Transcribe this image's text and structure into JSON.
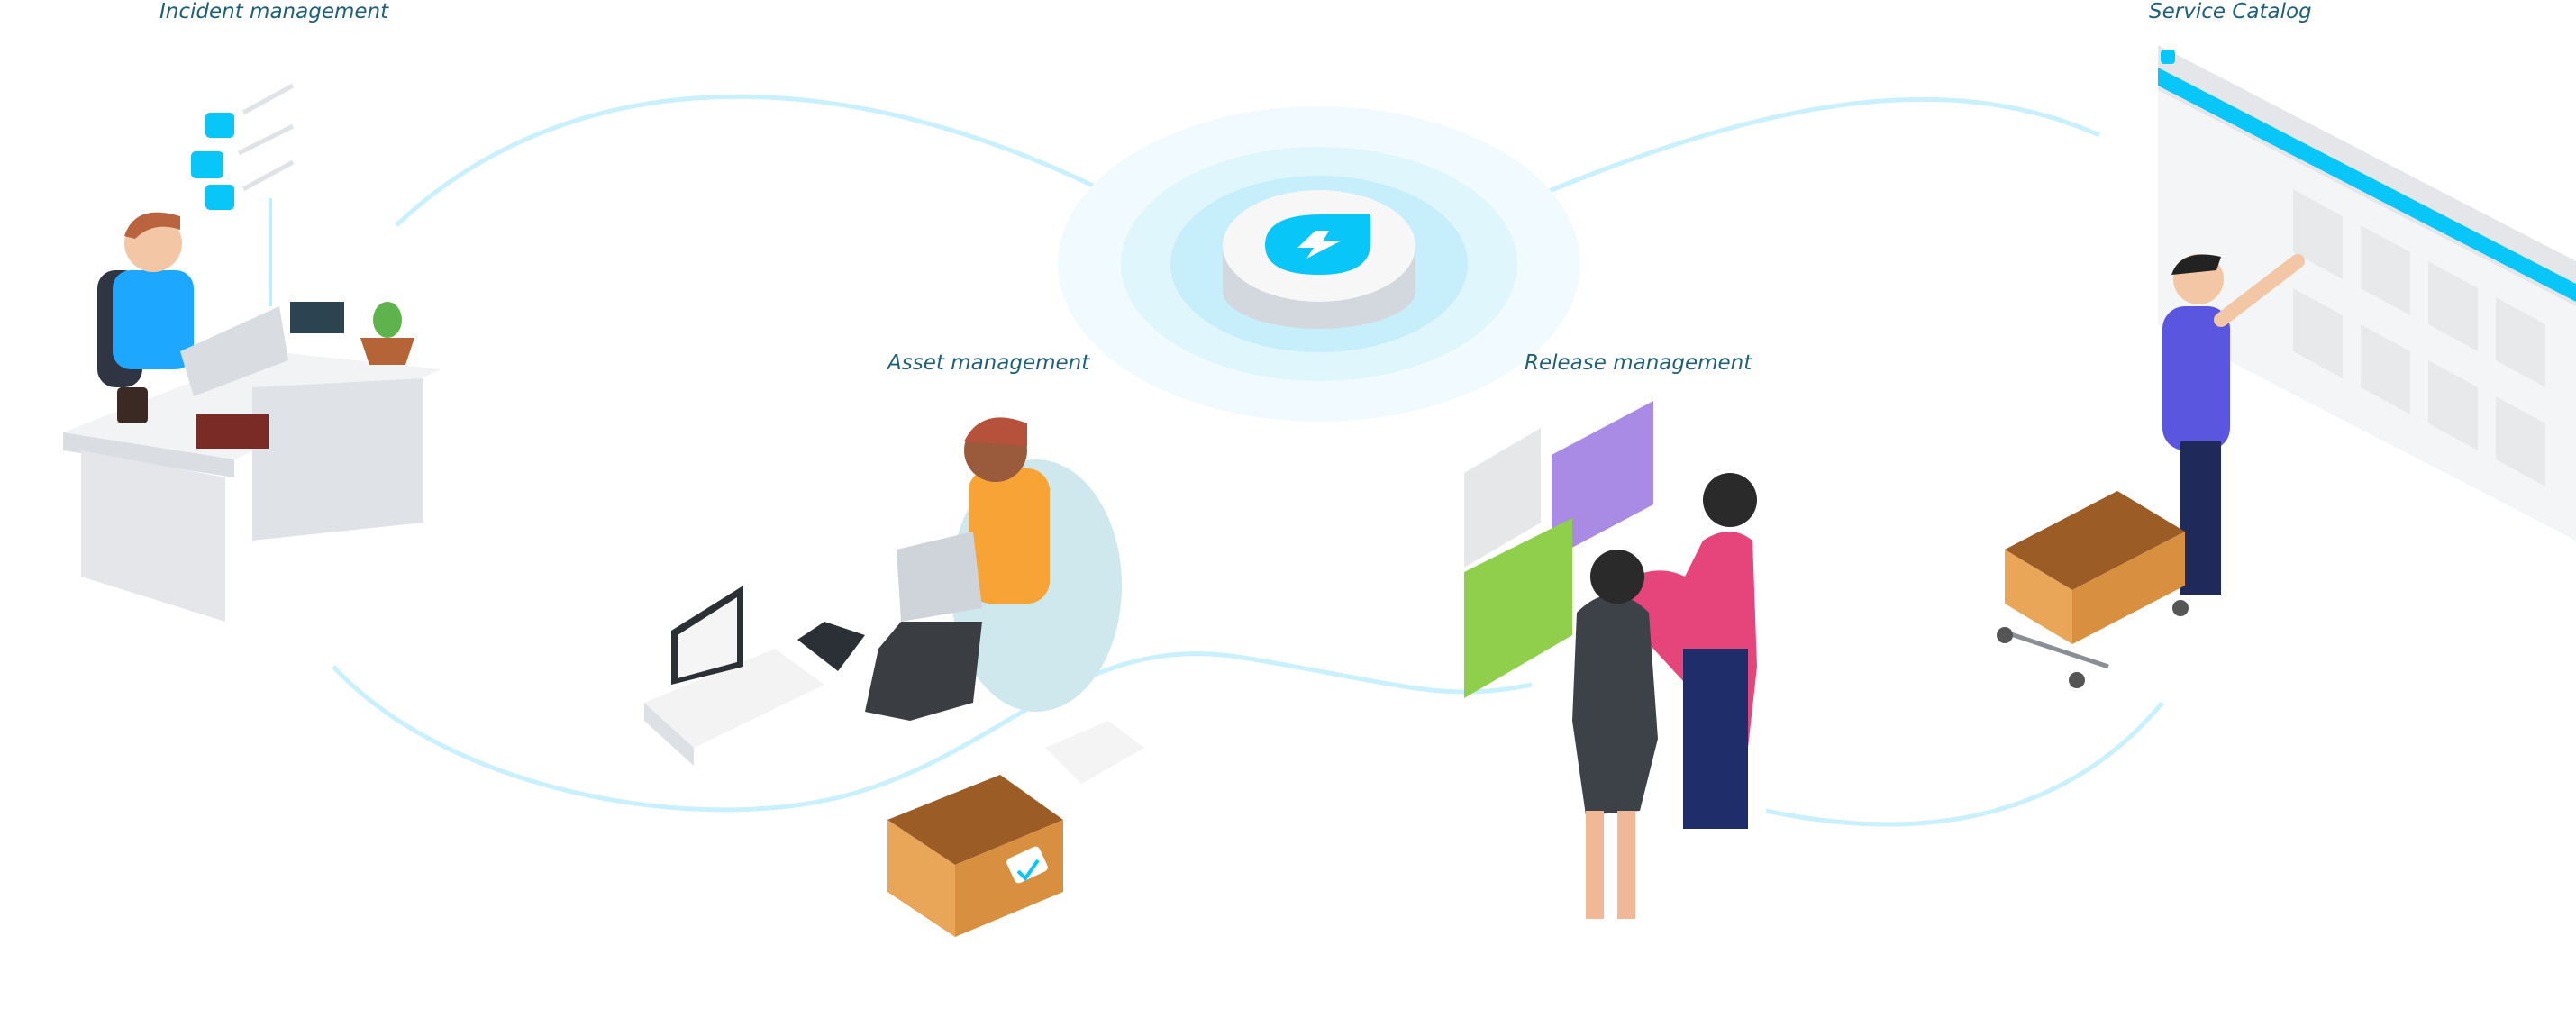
{
  "sections": {
    "incident": {
      "label": "Incident management"
    },
    "asset": {
      "label": "Asset management"
    },
    "release": {
      "label": "Release management"
    },
    "catalog": {
      "label": "Service Catalog"
    }
  },
  "hub": {
    "icon": "lightning-bolt-icon"
  },
  "colors": {
    "accent": "#09c6f9",
    "label": "#1f5f78",
    "wave": "#bfeefc"
  }
}
